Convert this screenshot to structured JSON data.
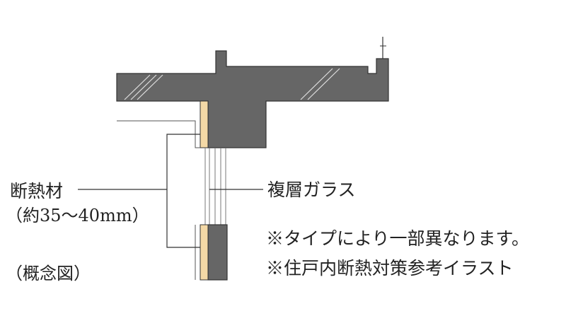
{
  "labels": {
    "insulation": "断熱材",
    "insulation_spec": "（約35～40mm）",
    "concept": "（概念図）",
    "glass": "複層ガラス"
  },
  "notes": [
    "※タイプにより一部異なります。",
    "※住戸内断熱対策参考イラスト"
  ],
  "colors": {
    "concrete": "#666666",
    "insulation": "#f4d9a6",
    "line": "#333333",
    "background": "#ffffff"
  }
}
